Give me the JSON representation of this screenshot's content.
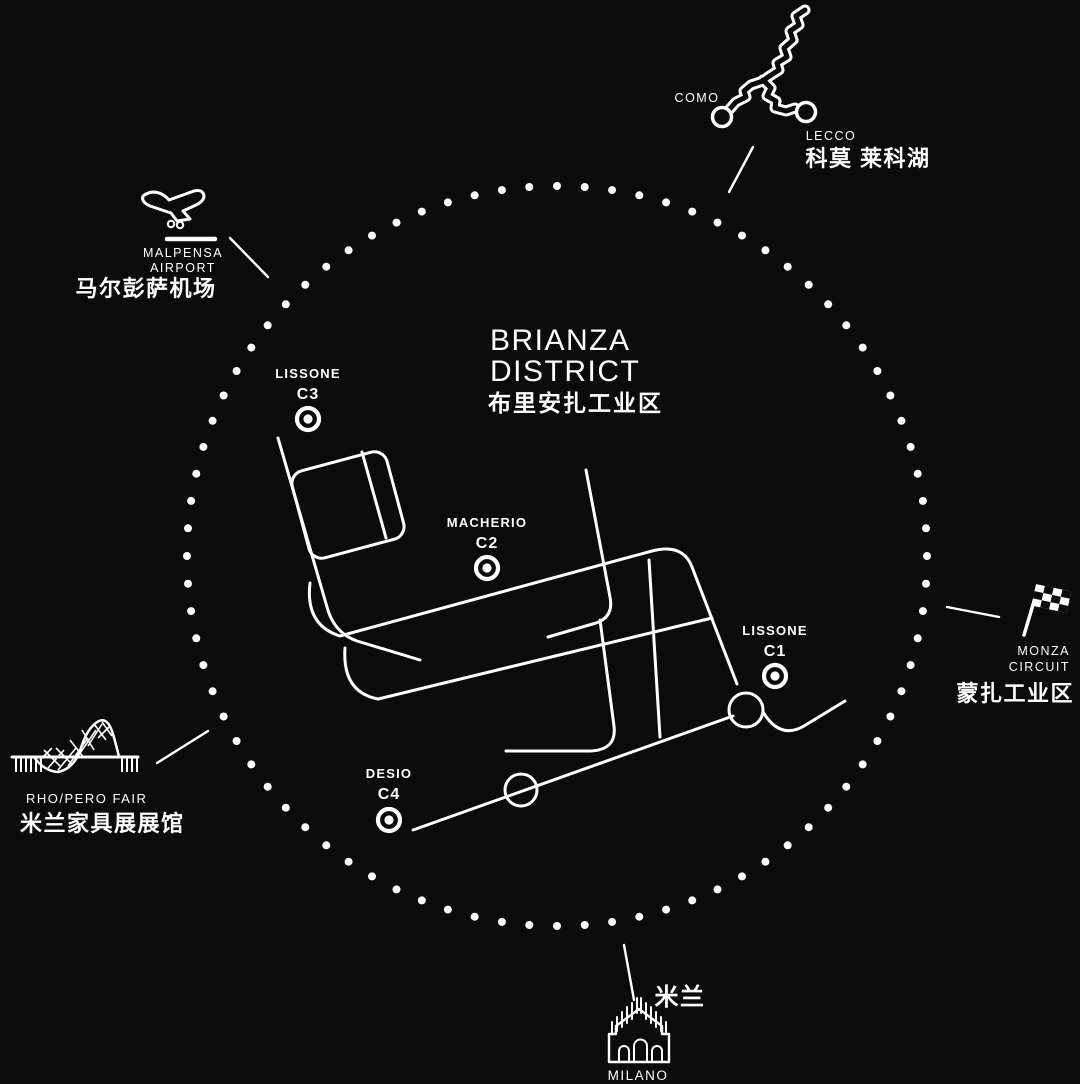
{
  "colors": {
    "background": "#0b0b0b",
    "foreground": "#ffffff"
  },
  "title": {
    "en_line1": "BRIANZA",
    "en_line2": "DISTRICT",
    "zh": "布里安扎工业区"
  },
  "markers": [
    {
      "town": "LISSONE",
      "code": "C3"
    },
    {
      "town": "MACHERIO",
      "code": "C2"
    },
    {
      "town": "LISSONE",
      "code": "C1"
    },
    {
      "town": "DESIO",
      "code": "C4"
    }
  ],
  "landmarks": {
    "como_lecco": {
      "como": "COMO",
      "lecco": "LECCO",
      "zh": "科莫 莱科湖",
      "icon": "lake-como-icon"
    },
    "malpensa": {
      "en_line1": "MALPENSA",
      "en_line2": "AIRPORT",
      "zh": "马尔彭萨机场",
      "icon": "airplane-icon"
    },
    "monza": {
      "en_line1": "MONZA",
      "en_line2": "CIRCUIT",
      "zh": "蒙扎工业区",
      "icon": "checkered-flag-icon"
    },
    "rho_pero": {
      "en": "RHO/PERO FAIR",
      "zh": "米兰家具展展馆",
      "icon": "fair-pavilion-icon"
    },
    "milano": {
      "en": "MILANO",
      "zh": "米兰",
      "icon": "duomo-cathedral-icon"
    }
  }
}
